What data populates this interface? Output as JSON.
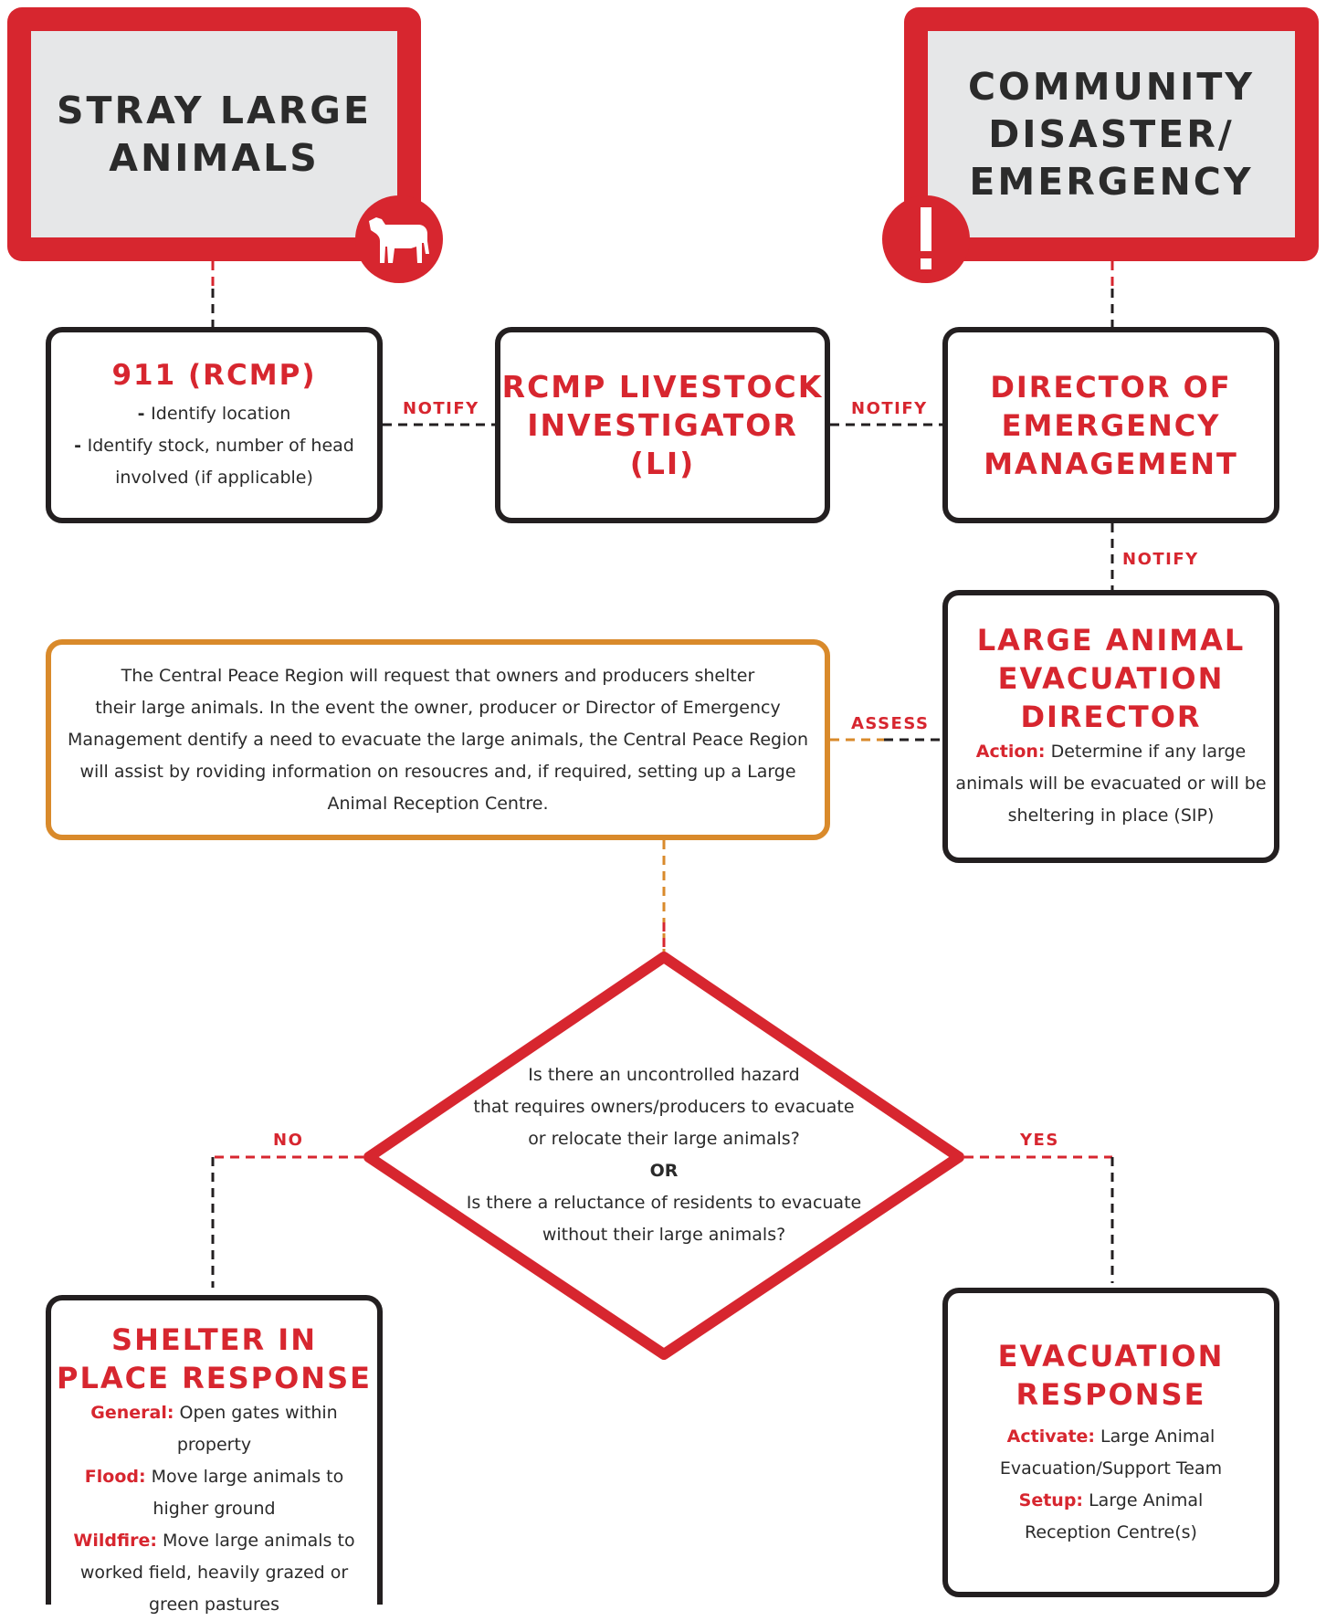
{
  "header_left": {
    "title_line1": "STRAY LARGE",
    "title_line2": "ANIMALS",
    "icon": "cow-icon"
  },
  "header_right": {
    "title_line1": "COMMUNITY",
    "title_line2": "DISASTER/",
    "title_line3": "EMERGENCY",
    "icon": "exclamation-icon"
  },
  "box_911": {
    "title": "911 (RCMP)",
    "line1": "Identify location",
    "line2": "Identify stock, number of head",
    "line3": "involved (if applicable)"
  },
  "box_li": {
    "title_line1": "RCMP LIVESTOCK",
    "title_line2": "INVESTIGATOR (LI)"
  },
  "box_dem": {
    "title_line1": "DIRECTOR OF",
    "title_line2": "EMERGENCY",
    "title_line3": "MANAGEMENT"
  },
  "box_laed": {
    "title_line1": "LARGE ANIMAL",
    "title_line2": "EVACUATION",
    "title_line3": "DIRECTOR",
    "action_label": "Action:",
    "action_text1": " Determine if any large",
    "action_text2": "animals will be evacuated or will be",
    "action_text3": "sheltering in place (SIP)"
  },
  "note": {
    "line1": "The Central Peace Region will request that owners and producers  shelter",
    "line2": "their large animals. In the event the owner, producer or Director of Emergency",
    "line3": "Management dentify a need to evacuate the large animals, the Central Peace Region",
    "line4": "will assist by roviding information on resoucres and, if required, setting up a Large",
    "line5": "Animal Reception Centre."
  },
  "connectors": {
    "notify1": "NOTIFY",
    "notify2": "NOTIFY",
    "notify3": "NOTIFY",
    "assess": "ASSESS",
    "no": "NO",
    "yes": "YES"
  },
  "decision": {
    "line1": "Is there an uncontrolled hazard",
    "line2": "that requires owners/producers to evacuate",
    "line3": "or relocate their large animals?",
    "or": "OR",
    "line4": "Is there a reluctance of residents to evacuate",
    "line5": "without their large animals?"
  },
  "box_sip": {
    "title_line1": "SHELTER IN",
    "title_line2": "PLACE RESPONSE",
    "general_label": "General:",
    "general_text": " Open gates within property",
    "flood_label": "Flood:",
    "flood_text": " Move large animals to",
    "flood_text2": "higher ground",
    "wildfire_label": "Wildfire:",
    "wildfire_text": " Move large animals to",
    "wildfire_text2": "worked field, heavily grazed or",
    "wildfire_text3": "green pastures"
  },
  "box_evac": {
    "title_line1": "EVACUATION",
    "title_line2": "RESPONSE",
    "activate_label": "Activate:",
    "activate_text": " Large Animal",
    "activate_text2": "Evacuation/Support Team",
    "setup_label": "Setup:",
    "setup_text": " Large Animal",
    "setup_text2": "Reception Centre(s)"
  },
  "colors": {
    "red": "#d7262f",
    "orange": "#d98a2b",
    "dark": "#231f20",
    "grey": "#e6e7e8"
  }
}
